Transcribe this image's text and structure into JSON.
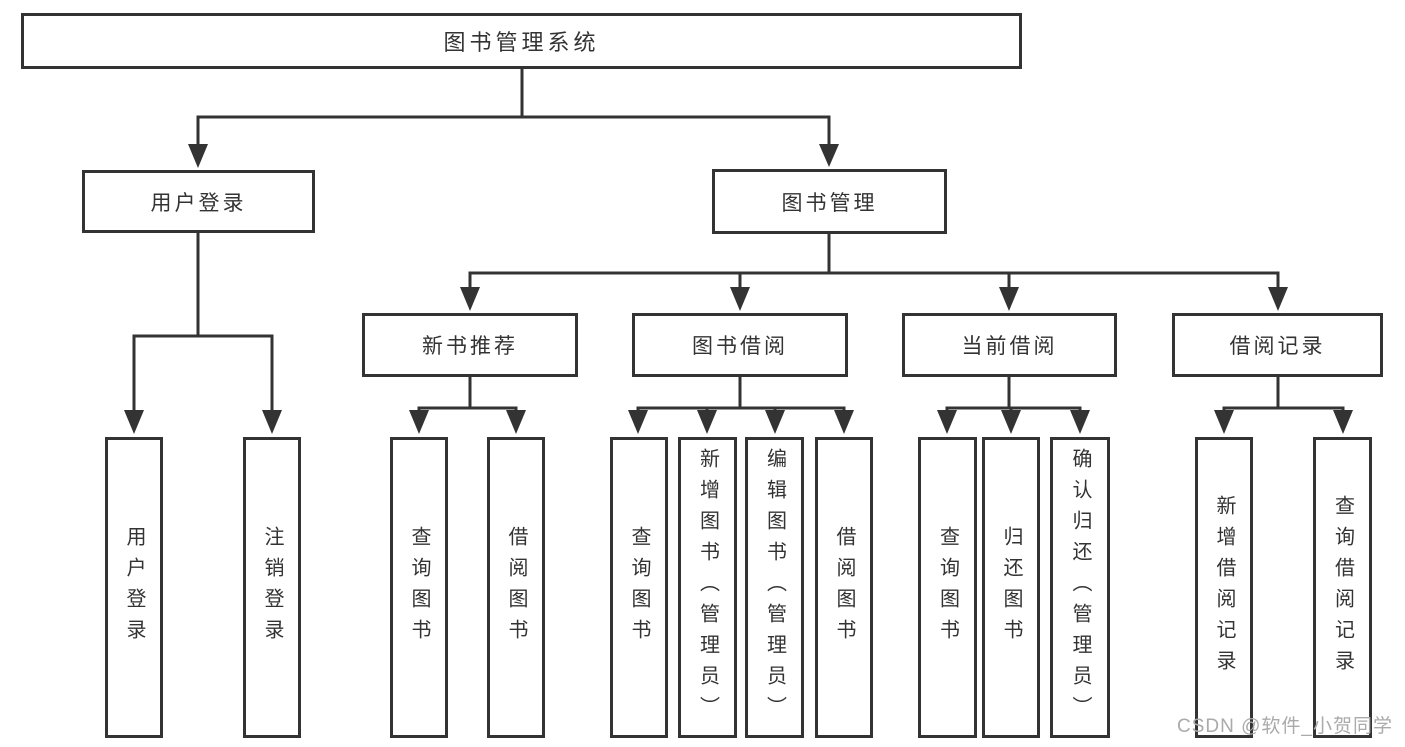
{
  "tree": {
    "root": {
      "label": "图书管理系统"
    },
    "children": [
      {
        "label": "用户登录",
        "children": [
          {
            "label": "用户登录"
          },
          {
            "label": "注销登录"
          }
        ]
      },
      {
        "label": "图书管理",
        "children": [
          {
            "label": "新书推荐",
            "children": [
              {
                "label": "查询图书"
              },
              {
                "label": "借阅图书"
              }
            ]
          },
          {
            "label": "图书借阅",
            "children": [
              {
                "label": "查询图书"
              },
              {
                "label": "新增图书（管理员）"
              },
              {
                "label": "编辑图书（管理员）"
              },
              {
                "label": "借阅图书"
              }
            ]
          },
          {
            "label": "当前借阅",
            "children": [
              {
                "label": "查询图书"
              },
              {
                "label": "归还图书"
              },
              {
                "label": "确认归还（管理员）"
              }
            ]
          },
          {
            "label": "借阅记录",
            "children": [
              {
                "label": "新增借阅记录"
              },
              {
                "label": "查询借阅记录"
              }
            ]
          }
        ]
      }
    ]
  },
  "watermark": {
    "text": "CSDN @软件_小贺同学"
  },
  "colors": {
    "line": "#333333",
    "box_border": "#333333",
    "text": "#333333",
    "watermark": "#aaaaaa",
    "background": "#ffffff"
  }
}
